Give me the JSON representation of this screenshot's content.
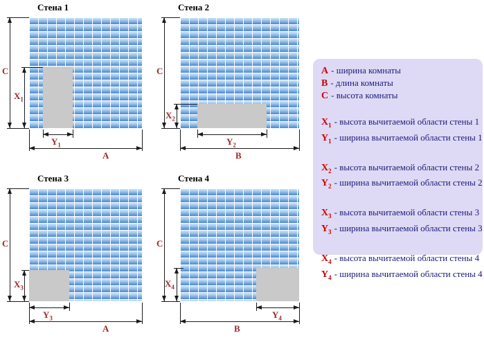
{
  "walls": [
    {
      "title": "Стена 1",
      "height_label": "C",
      "width_label": "A",
      "x_symbol": "X",
      "x_sub": "1",
      "y_symbol": "Y",
      "y_sub": "1"
    },
    {
      "title": "Стена 2",
      "height_label": "C",
      "width_label": "B",
      "x_symbol": "X",
      "x_sub": "2",
      "y_symbol": "Y",
      "y_sub": "2"
    },
    {
      "title": "Стена 3",
      "height_label": "C",
      "width_label": "A",
      "x_symbol": "X",
      "x_sub": "3",
      "y_symbol": "Y",
      "y_sub": "3"
    },
    {
      "title": "Стена 4",
      "height_label": "C",
      "width_label": "B",
      "x_symbol": "X",
      "x_sub": "4",
      "y_symbol": "Y",
      "y_sub": "4"
    }
  ],
  "legend": {
    "room": [
      {
        "symbol": "A",
        "desc": "- ширина комнаты"
      },
      {
        "symbol": "B",
        "desc": "- длина комнаты"
      },
      {
        "symbol": "C",
        "desc": "- высота комнаты"
      }
    ],
    "areas": [
      {
        "symbol": "X",
        "sub": "1",
        "desc": "- высота вычитаемой области стены 1"
      },
      {
        "symbol": "Y",
        "sub": "1",
        "desc": "- ширина вычитаемой области стены 1"
      },
      {
        "symbol": "X",
        "sub": "2",
        "desc": "- высота вычитаемой области стены 2"
      },
      {
        "symbol": "Y",
        "sub": "2",
        "desc": "- ширина вычитаемой области стены 2"
      },
      {
        "symbol": "X",
        "sub": "3",
        "desc": "- высота вычитаемой области стены 3"
      },
      {
        "symbol": "Y",
        "sub": "3",
        "desc": "- ширина вычитаемой области стены 3"
      },
      {
        "symbol": "X",
        "sub": "4",
        "desc": "- высота вычитаемой области стены 4"
      },
      {
        "symbol": "Y",
        "sub": "4",
        "desc": "- ширина вычитаемой области стены 4"
      }
    ]
  },
  "colors": {
    "tile_light": "#d7eafb",
    "tile_dark": "#4a86cf",
    "grout": "#ffffff",
    "cutout_gray": "#c9c9c9",
    "legend_background": "#ded9f4",
    "symbol_red": "#cc0000",
    "description_navy": "#1b1b7a",
    "dimension_label_red": "#9c2a2a",
    "dimension_line": "#1a1a1a"
  }
}
